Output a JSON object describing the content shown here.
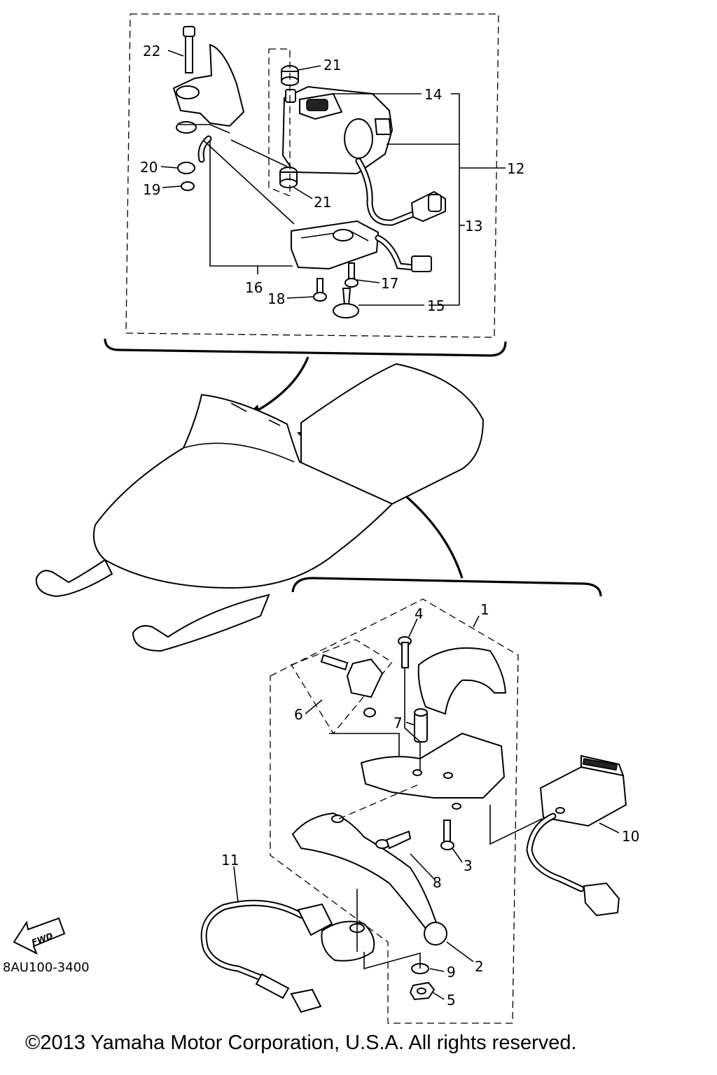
{
  "callouts": {
    "c1": "1",
    "c2": "2",
    "c3": "3",
    "c4": "4",
    "c5": "5",
    "c6": "6",
    "c7": "7",
    "c8": "8",
    "c9": "9",
    "c10": "10",
    "c11": "11",
    "c12": "12",
    "c13": "13",
    "c14": "14",
    "c15": "15",
    "c16": "16",
    "c17": "17",
    "c18": "18",
    "c19": "19",
    "c20": "20",
    "c21a": "21",
    "c21b": "21",
    "c22": "22"
  },
  "fwd_label": "FWD",
  "catalog_code": "8AU100-3400",
  "copyright": "©2013 Yamaha Motor Corporation, U.S.A. All rights reserved."
}
